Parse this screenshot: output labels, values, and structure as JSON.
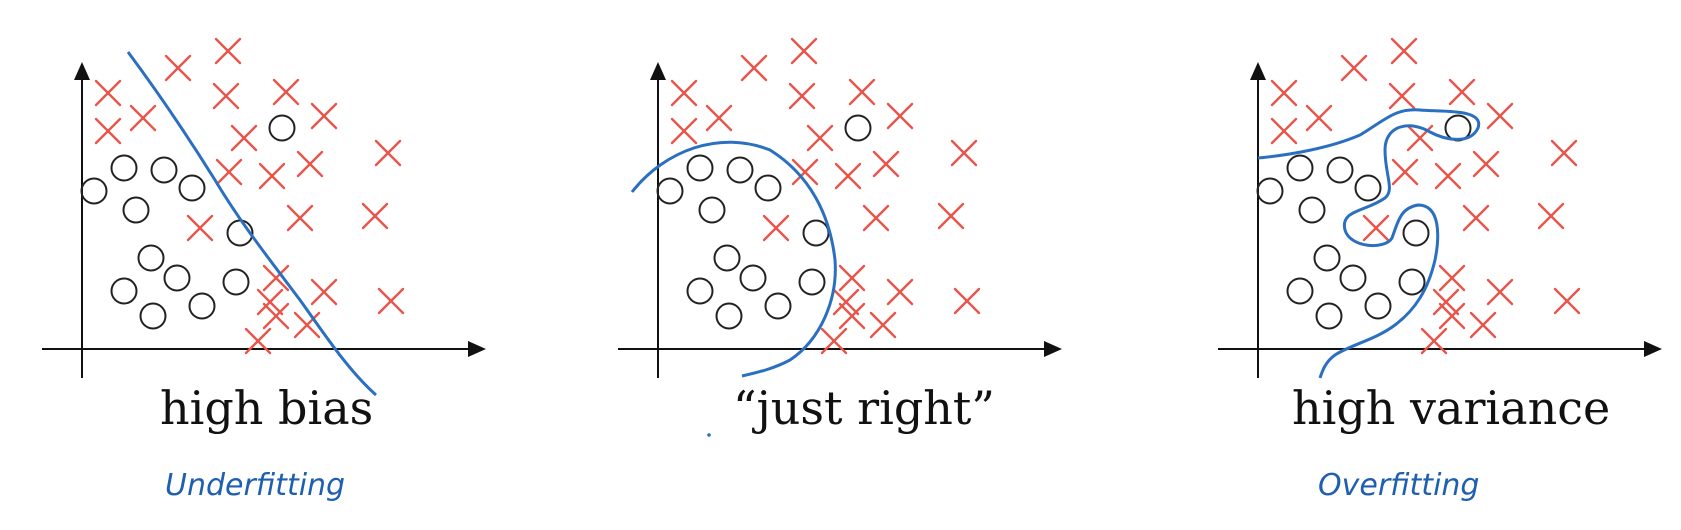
{
  "panels": [
    {
      "label": "high bias",
      "note": "Underfitting"
    },
    {
      "label": "“just right”",
      "note": ""
    },
    {
      "label": "high variance",
      "note": "Overfitting"
    }
  ],
  "colors": {
    "cross": "#e8554a",
    "circle": "#222222",
    "axis": "#111111",
    "boundary": "#2a6fc0",
    "handwriting": "#1f5fb0"
  }
}
